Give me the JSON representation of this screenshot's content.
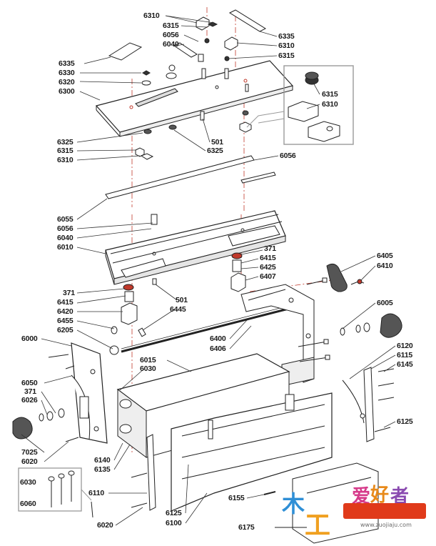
{
  "labels": {
    "l6310a": "6310",
    "l6315a": "6315",
    "l6056a": "6056",
    "l6040a": "6040",
    "l6335a": "6335",
    "l6310b": "6310",
    "l6315b": "6315",
    "l6335b": "6335",
    "l6330": "6330",
    "l6320": "6320",
    "l6300": "6300",
    "l6315c": "6315",
    "l6310c": "6310",
    "l6325a": "6325",
    "l6315d": "6315",
    "l6310d": "6310",
    "l501a": "501",
    "l6325b": "6325",
    "l6056b": "6056",
    "l6055": "6055",
    "l6056c": "6056",
    "l6040b": "6040",
    "l6010": "6010",
    "l371a": "371",
    "l6415a": "6415",
    "l6425": "6425",
    "l6407": "6407",
    "l6405": "6405",
    "l6410": "6410",
    "l371b": "371",
    "l6415b": "6415",
    "l6420": "6420",
    "l6455": "6455",
    "l6205": "6205",
    "l501b": "501",
    "l6445": "6445",
    "l6005": "6005",
    "l6000": "6000",
    "l6400": "6400",
    "l6406": "6406",
    "l6015": "6015",
    "l6030a": "6030",
    "l6120": "6120",
    "l6115": "6115",
    "l6145": "6145",
    "l6050": "6050",
    "l371c": "371",
    "l6026": "6026",
    "l6125a": "6125",
    "l7025": "7025",
    "l6020a": "6020",
    "l6140": "6140",
    "l6135": "6135",
    "l6030b": "6030",
    "l6060": "6060",
    "l6110": "6110",
    "l6155": "6155",
    "l6125b": "6125",
    "l6100": "6100",
    "l6020b": "6020",
    "l6175": "6175"
  },
  "watermark": {
    "chars": [
      "木",
      "工",
      "爱",
      "好",
      "者"
    ],
    "url": "www.zuojiaju.com"
  }
}
